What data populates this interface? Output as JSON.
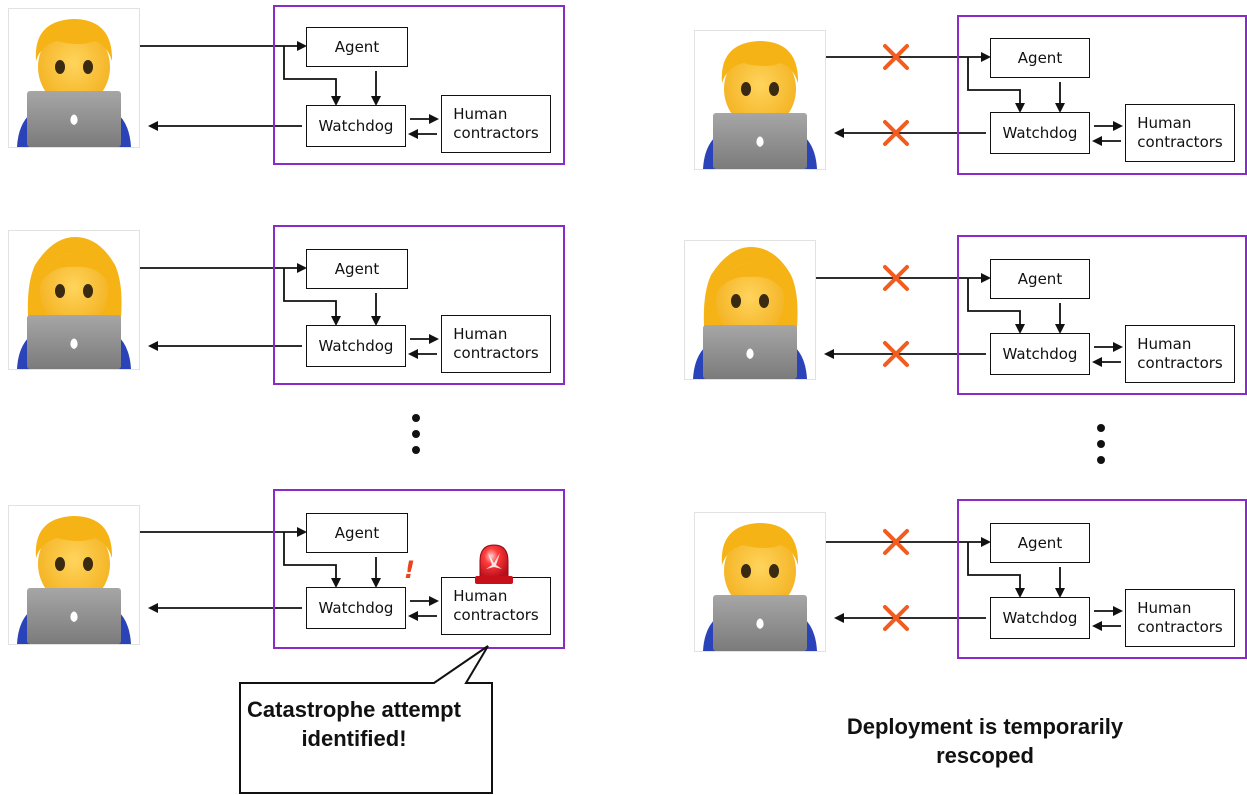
{
  "diagram": {
    "agent_label": "Agent",
    "watchdog_label": "Watchdog",
    "contractors_line1": "Human",
    "contractors_line2": "contractors",
    "alert_mark": "!",
    "bubble_text": "Catastrophe attempt identified!",
    "right_caption": "Deployment is temporarily rescoped"
  },
  "rows": [
    {
      "panel": "left",
      "avatar": "man-technologist",
      "connected": true,
      "alert": false
    },
    {
      "panel": "left",
      "avatar": "woman-technologist",
      "connected": true,
      "alert": false
    },
    {
      "panel": "left",
      "avatar": "man-technologist",
      "connected": true,
      "alert": true
    },
    {
      "panel": "right",
      "avatar": "man-technologist",
      "connected": false,
      "alert": false
    },
    {
      "panel": "right",
      "avatar": "woman-technologist",
      "connected": false,
      "alert": false
    },
    {
      "panel": "right",
      "avatar": "man-technologist",
      "connected": false,
      "alert": false
    }
  ],
  "colors": {
    "frame": "#8a2bc8",
    "cross": "#f25c1f",
    "alert": "#e8451c"
  }
}
